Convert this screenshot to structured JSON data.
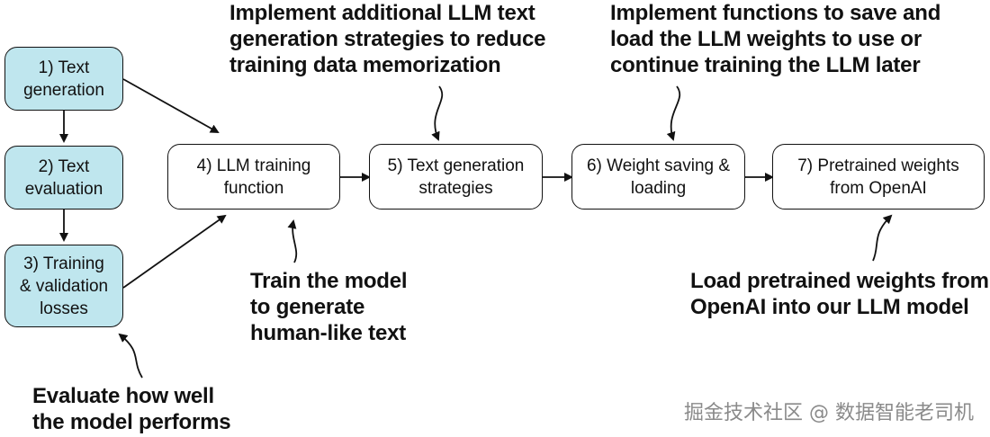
{
  "boxes": {
    "b1": "1) Text\ngeneration",
    "b2": "2) Text\nevaluation",
    "b3": "3) Training\n& validation\nlosses",
    "b4": "4) LLM training\nfunction",
    "b5": "5) Text generation\nstrategies",
    "b6": "6) Weight saving &\nloading",
    "b7": "7) Pretrained weights\nfrom OpenAI"
  },
  "annotations": {
    "top_left": "Implement additional LLM text\ngeneration strategies to reduce\ntraining data memorization",
    "top_right": "Implement functions to save and\nload the LLM weights to use or\ncontinue training the LLM later",
    "middle": "Train the model\nto generate\nhuman-like text",
    "bottom_left": "Evaluate how well\nthe model performs",
    "bottom_right": "Load pretrained weights from\nOpenAI into our LLM model"
  },
  "watermark": "掘金技术社区 @ 数据智能老司机",
  "colors": {
    "highlight_box": "#bfe6ee",
    "stroke": "#111111"
  }
}
